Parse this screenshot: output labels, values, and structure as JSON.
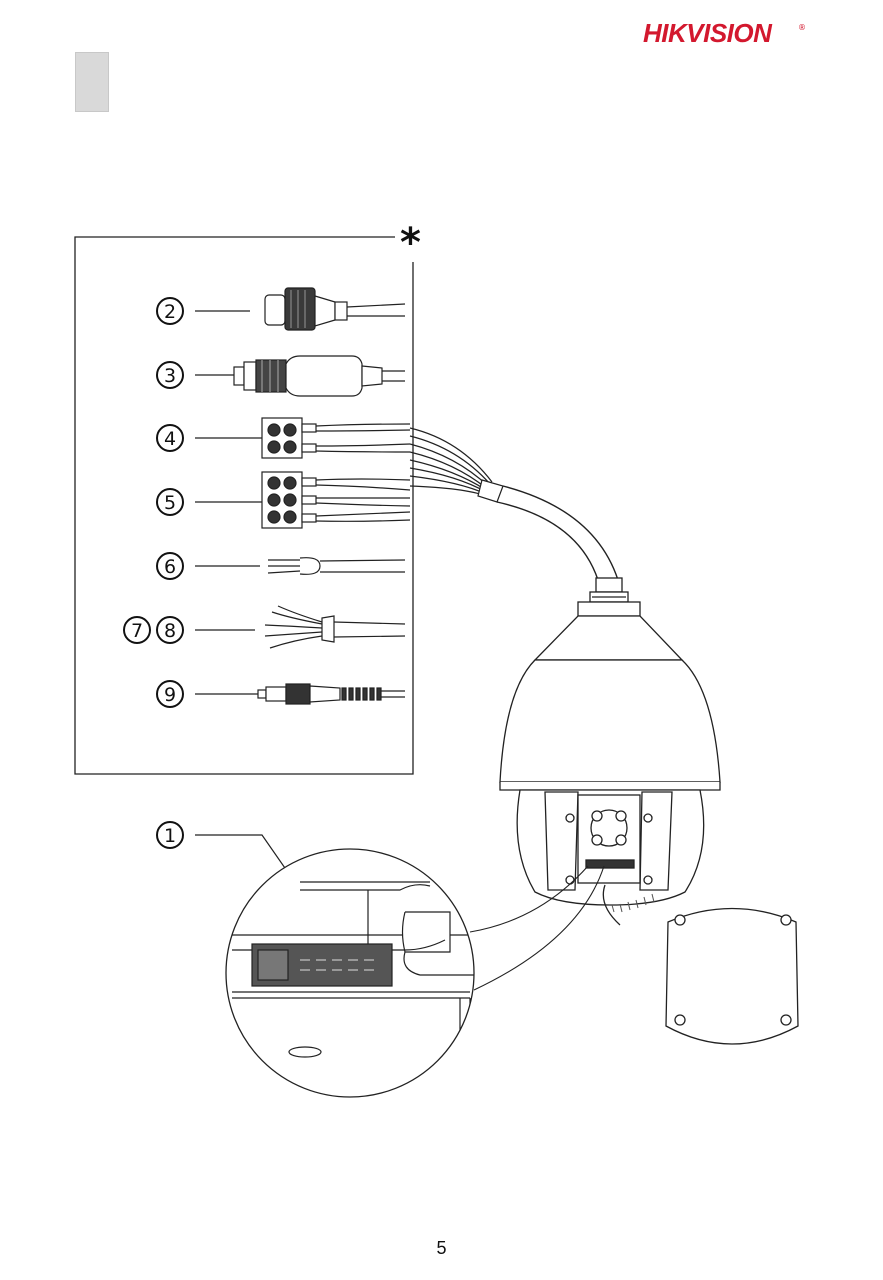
{
  "brand": {
    "logo_text": "HIKVISION",
    "registered_mark": "®",
    "logo_color": "#d3182e"
  },
  "diagram": {
    "panel_marker": "*",
    "callouts": [
      {
        "id": "c1",
        "label": "1"
      },
      {
        "id": "c2",
        "label": "2"
      },
      {
        "id": "c3",
        "label": "3"
      },
      {
        "id": "c4",
        "label": "4"
      },
      {
        "id": "c5",
        "label": "5"
      },
      {
        "id": "c6",
        "label": "6"
      },
      {
        "id": "c7",
        "label": "7"
      },
      {
        "id": "c8",
        "label": "8"
      },
      {
        "id": "c9",
        "label": "9"
      }
    ]
  },
  "footer": {
    "page_number": "5"
  }
}
